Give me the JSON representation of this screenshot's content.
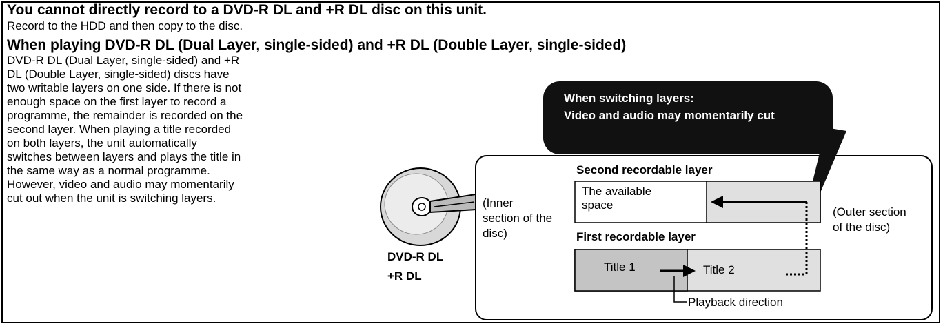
{
  "notice": {
    "title": "You cannot directly record to a DVD-R DL and +R DL disc on this unit.",
    "subtitle": "Record to the HDD and then copy to the disc."
  },
  "section": {
    "heading": "When playing DVD-R DL (Dual Layer, single-sided) and +R DL (Double Layer, single-sided)",
    "body": "DVD-R DL (Dual Layer, single-sided) and +R DL (Double Layer, single-sided) discs have two writable layers on one side. If there is not enough space on the first layer to record a programme, the remainder is recorded on the second layer. When playing a title recorded on both layers, the unit automatically switches between layers and plays the title in the same way as a normal programme. However, video and audio may momentarily cut out when the unit is switching layers."
  },
  "diagram": {
    "callout": {
      "line1": "When switching layers:",
      "line2": "Video and audio may momentarily cut"
    },
    "disc_label_1": "DVD-R DL",
    "disc_label_2": "+R DL",
    "inner_label_1": "(Inner",
    "inner_label_2": "section of the",
    "inner_label_3": "disc)",
    "outer_label_1": "(Outer section",
    "outer_label_2": "of the disc)",
    "second_layer_label": "Second recordable layer",
    "first_layer_label": "First recordable layer",
    "available_space_1": "The available",
    "available_space_2": "space",
    "title1": "Title 1",
    "title2": "Title 2",
    "playback_direction": "Playback direction"
  },
  "colors": {
    "callout_bg": "#111111",
    "box_gray": "#e0e0e0",
    "title1_gray": "#c4c4c4"
  }
}
